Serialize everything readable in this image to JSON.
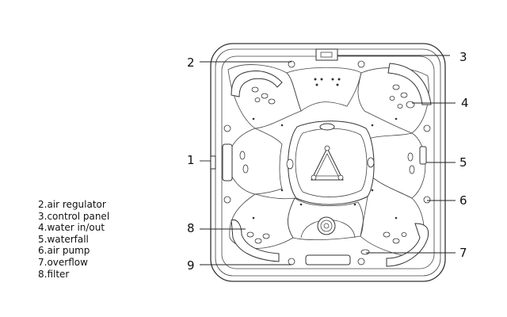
{
  "legend": [
    "2.air regulator",
    "3.control panel",
    "4.water in/out",
    "5.waterfall",
    "6.air pump",
    "7.overflow",
    "8.filter"
  ],
  "callouts": {
    "c1": "1",
    "c2": "2",
    "c3": "3",
    "c4": "4",
    "c5": "5",
    "c6": "6",
    "c7": "7",
    "c8": "8",
    "c9": "9"
  }
}
